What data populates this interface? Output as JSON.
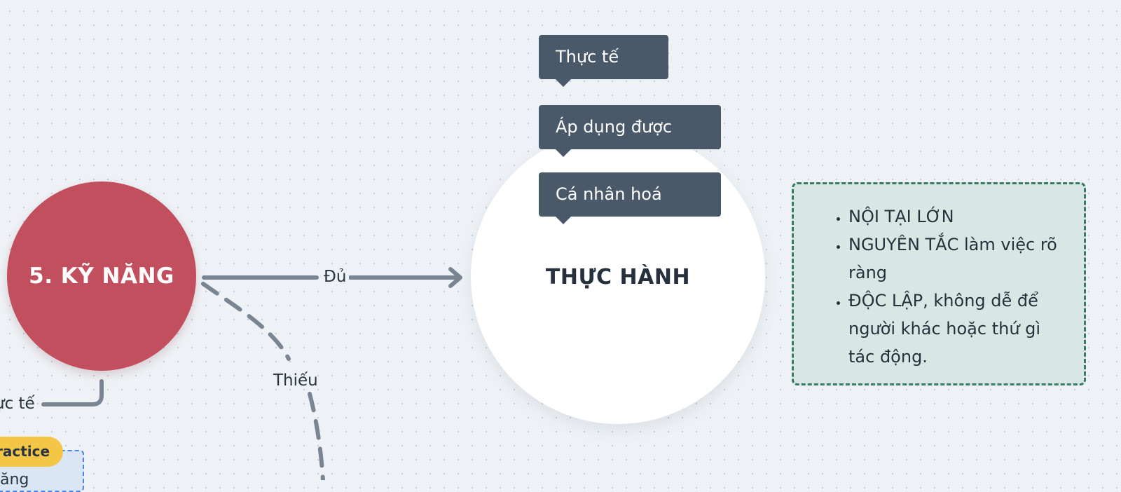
{
  "nodes": {
    "skills": {
      "label": "5. KỸ NĂNG",
      "color": "#c24f5d"
    },
    "practice": {
      "label": "THỰC HÀNH",
      "tags": [
        "Thực tế",
        "Áp dụng được",
        "Cá nhân hoá"
      ]
    }
  },
  "edges": {
    "enough": {
      "label": "Đủ"
    },
    "lacking": {
      "label": "Thiếu"
    },
    "practical_fragment": {
      "label": "ực tế"
    }
  },
  "note": {
    "items": [
      "NỘI TẠI LỚN",
      "NGUYÊN TẮC làm việc rõ ràng",
      "ĐỘC LẬP, không dễ để người khác hoặc thứ gì tác động."
    ],
    "border_color": "#3a7a62",
    "background": "#d8e7e3"
  },
  "badge": {
    "label": "ractice",
    "color": "#f3c646"
  },
  "partial_card": {
    "text": "ăng"
  },
  "colors": {
    "connector": "#7a8594",
    "tag_background": "#4a5969",
    "canvas_background": "#eef2f6"
  }
}
